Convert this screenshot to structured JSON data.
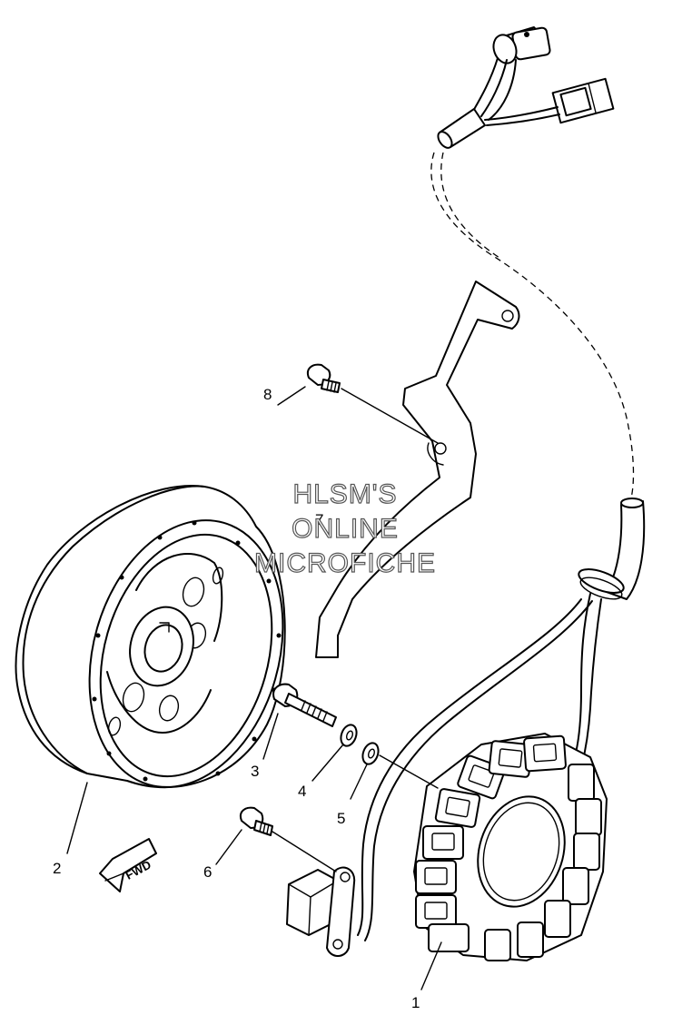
{
  "callouts": [
    {
      "id": "1",
      "label": "1"
    },
    {
      "id": "2",
      "label": "2"
    },
    {
      "id": "3",
      "label": "3"
    },
    {
      "id": "4",
      "label": "4"
    },
    {
      "id": "5",
      "label": "5"
    },
    {
      "id": "6",
      "label": "6"
    },
    {
      "id": "7",
      "label": "7"
    },
    {
      "id": "8",
      "label": "8"
    }
  ],
  "direction_arrow": {
    "label": "FWD"
  },
  "watermark": {
    "lines": [
      "HLSM'S",
      "ONLINE",
      "MICROFICHE"
    ]
  }
}
